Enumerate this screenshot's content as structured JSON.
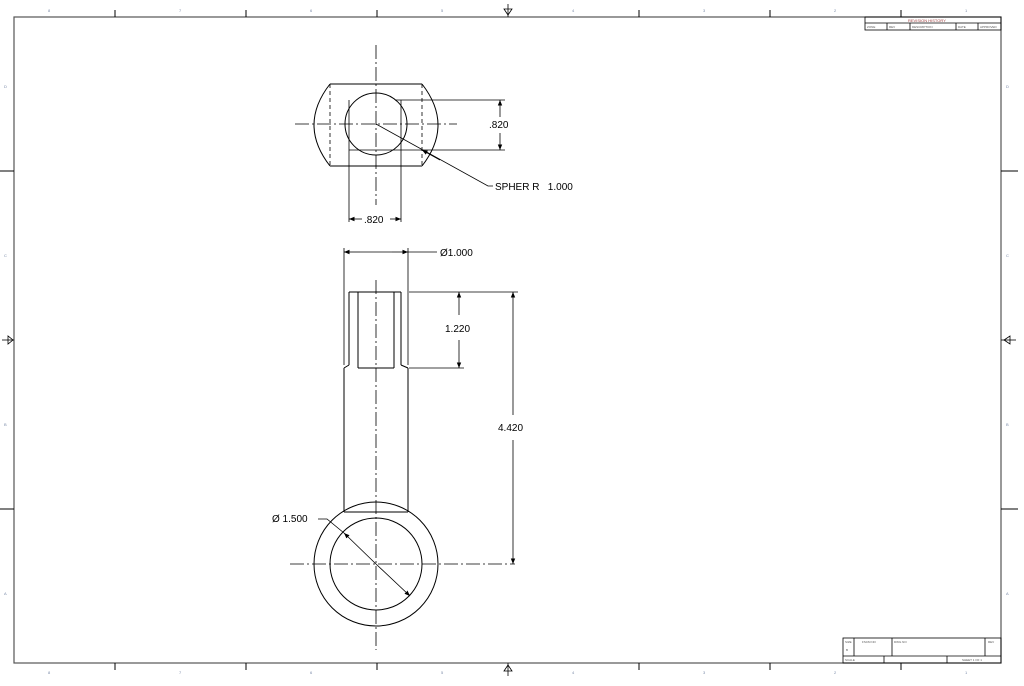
{
  "border": {
    "top_zones": [
      "8",
      "7",
      "6",
      "5",
      "4",
      "3",
      "2",
      "1"
    ],
    "side_zones": [
      "D",
      "C",
      "B",
      "A"
    ]
  },
  "revision_block": {
    "title": "REVISION HISTORY",
    "columns": [
      "ZONE",
      "REV",
      "DESCRIPTION",
      "DATE",
      "APPROVED"
    ]
  },
  "title_block": {
    "size_label": "SIZE",
    "size_value": "B",
    "fscm_label": "FSCM NO",
    "dwg_label": "DWG NO",
    "rev_label": "REV",
    "scale_label": "SCALE",
    "sheet_label": "SHEET 1 OF 1"
  },
  "top_view": {
    "height_dim": ".820",
    "width_dim": ".820",
    "sphere_note": "SPHER R   1.000"
  },
  "front_view": {
    "dia_top": "Ø1.000",
    "bore_depth": "1.220",
    "length": "4.420",
    "dia_eye": "Ø 1.500"
  }
}
